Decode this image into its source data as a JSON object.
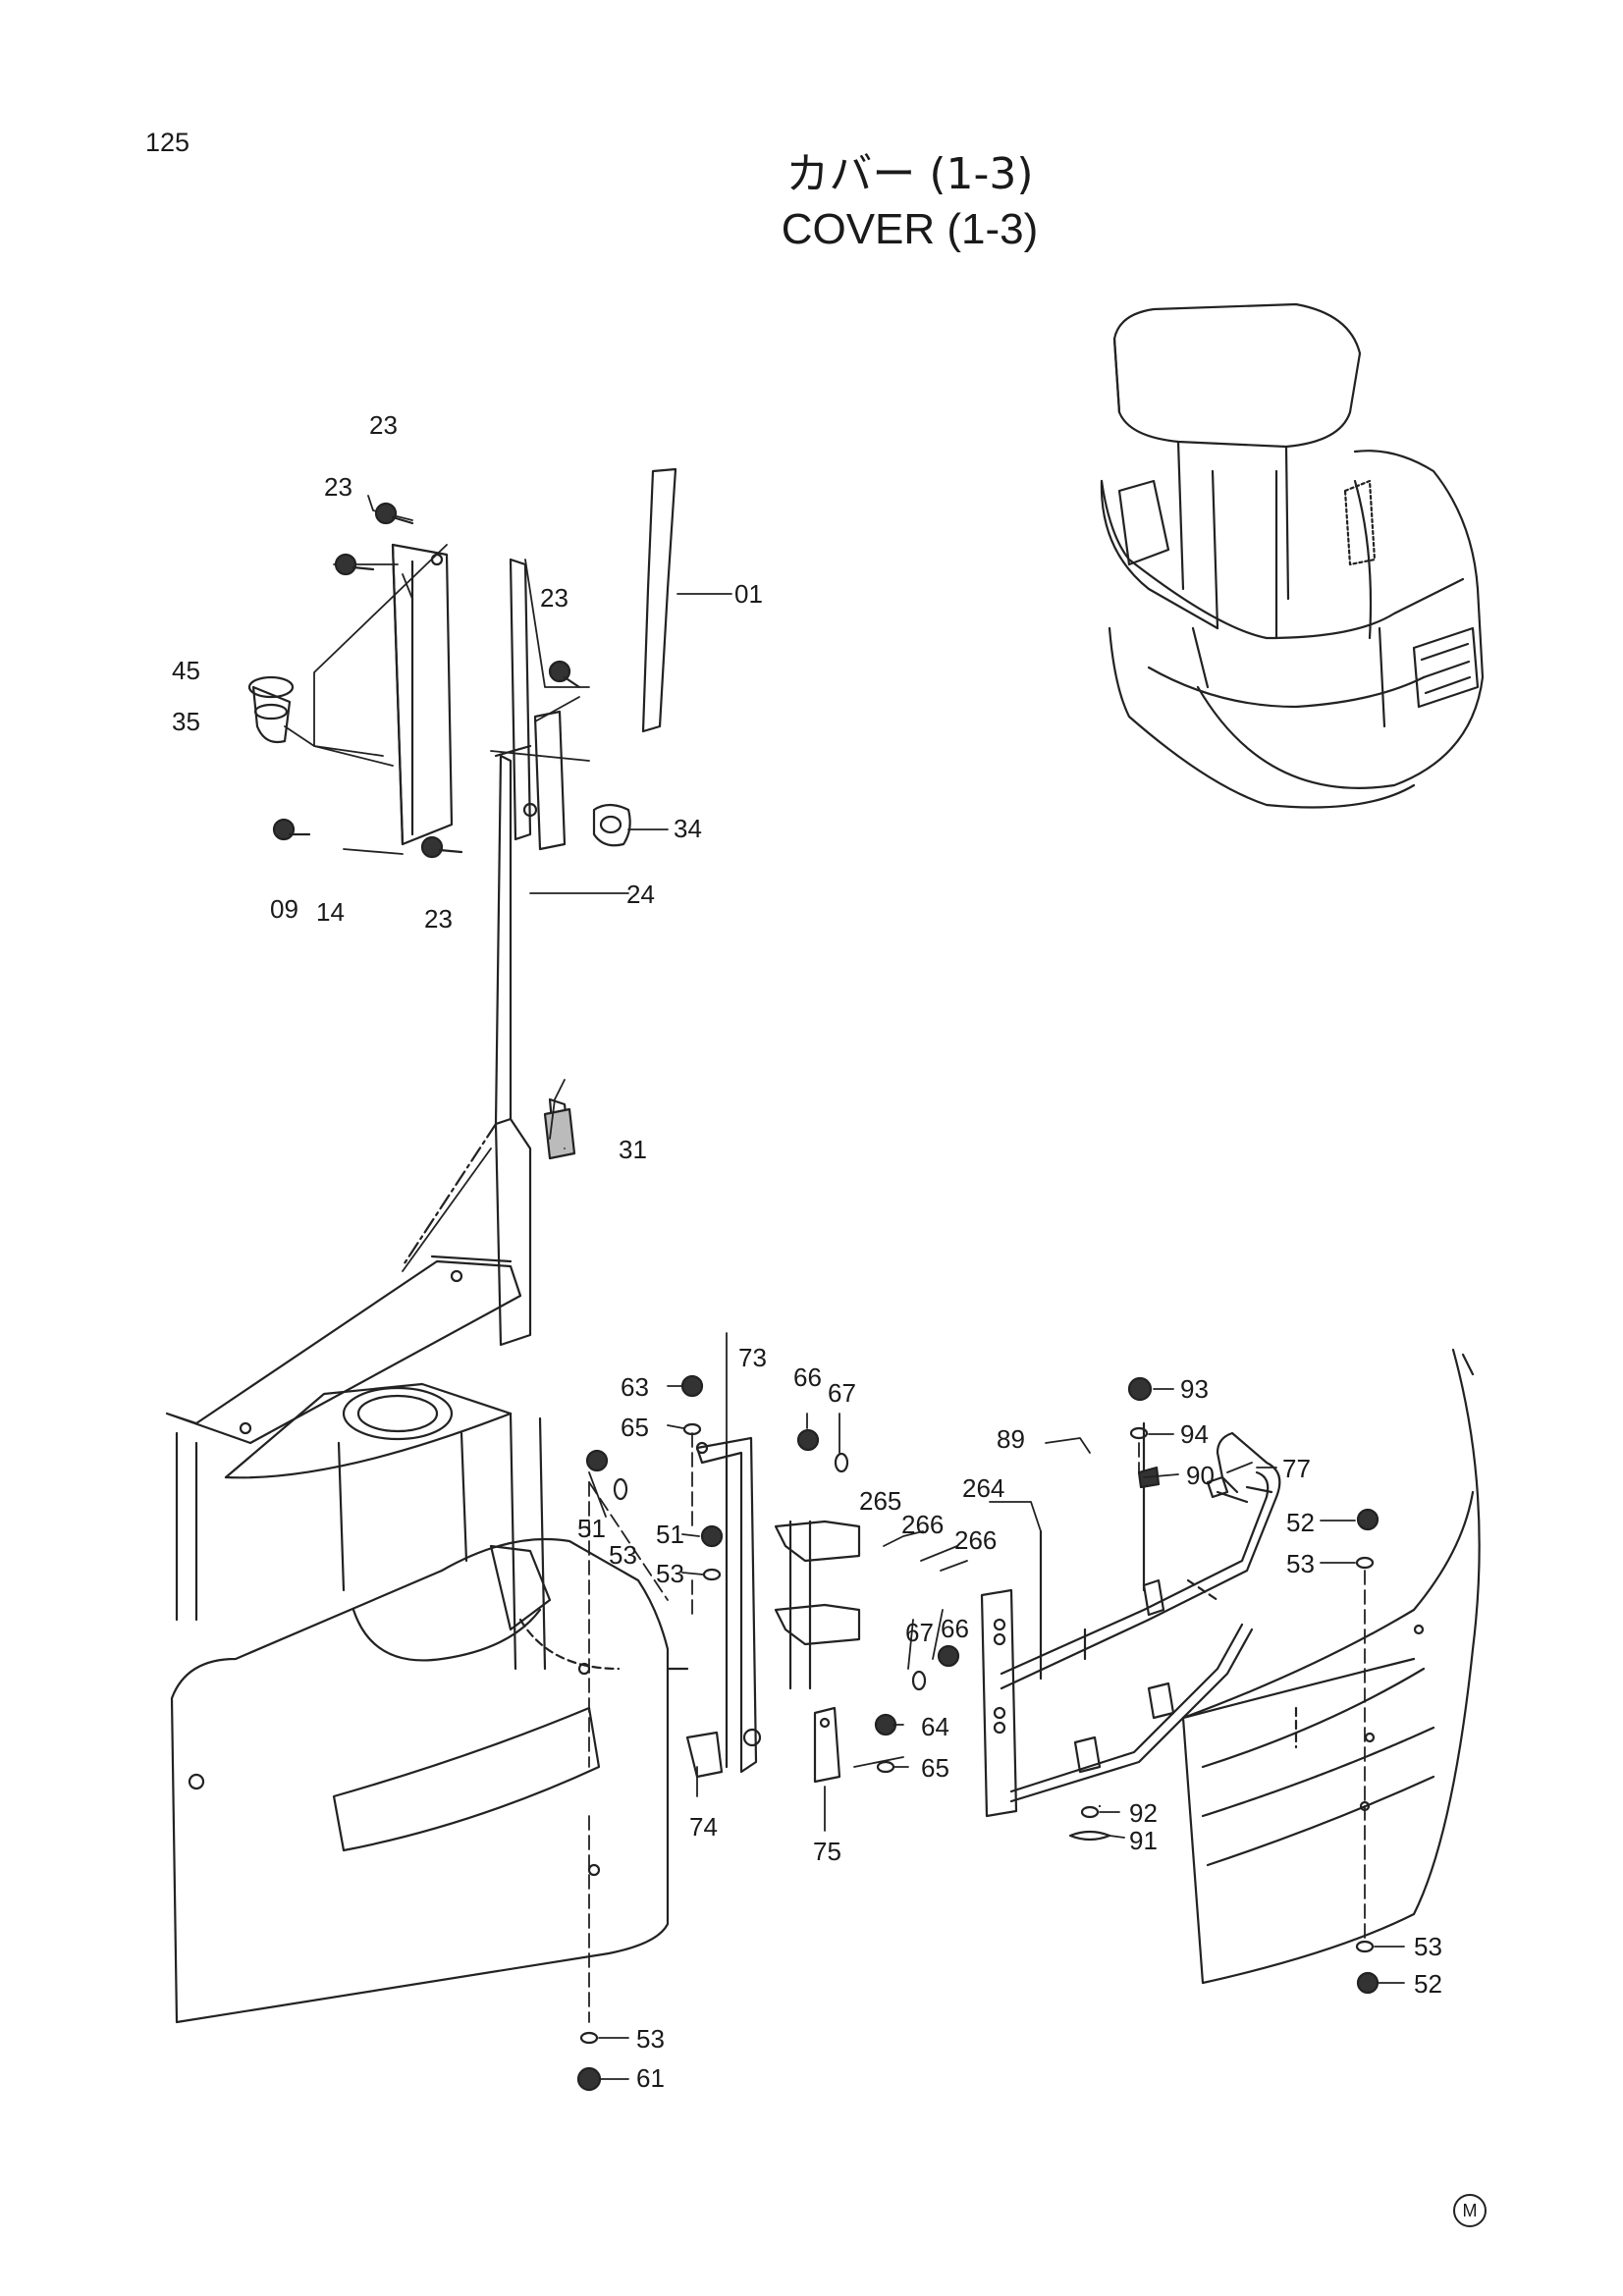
{
  "page": {
    "number": "125",
    "title_jp": "カバー (1-3)",
    "title_en": "COVER (1-3)",
    "marker": "M"
  },
  "labels": {
    "p01": "01",
    "p09": "09",
    "p14": "14",
    "p23a": "23",
    "p23b": "23",
    "p23c": "23",
    "p23d": "23",
    "p24": "24",
    "p31": "31",
    "p34": "34",
    "p35": "35",
    "p45": "45",
    "p51a": "51",
    "p51b": "51",
    "p52a": "52",
    "p52b": "52",
    "p53a": "53",
    "p53b": "53",
    "p53c": "53",
    "p53d": "53",
    "p53e": "53",
    "p61": "61",
    "p63": "63",
    "p64": "64",
    "p65a": "65",
    "p65b": "65",
    "p66a": "66",
    "p66b": "66",
    "p67a": "67",
    "p67b": "67",
    "p73": "73",
    "p74": "74",
    "p75": "75",
    "p77": "77",
    "p89": "89",
    "p90": "90",
    "p91": "91",
    "p92": "92",
    "p93": "93",
    "p94": "94",
    "p264": "264",
    "p265": "265",
    "p266a": "266",
    "p266b": "266"
  }
}
